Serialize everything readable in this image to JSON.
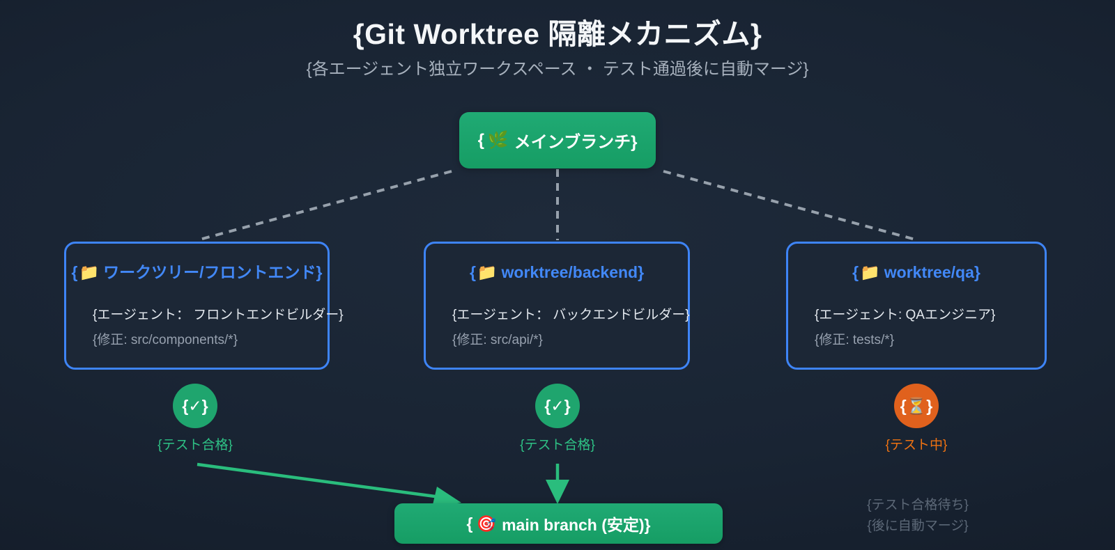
{
  "header": {
    "title": "{Git Worktree 隔離メカニズム}",
    "subtitle": "{各エージェント独立ワークスペース ・ テスト通過後に自動マージ}"
  },
  "main_branch": {
    "brace_open": "{",
    "icon": "🌿",
    "label": "メインブランチ}"
  },
  "worktrees": [
    {
      "brace_open": "{",
      "icon": "📁",
      "name": "ワークツリー/フロントエンド}",
      "agent": "{エージェント： フロントエンドビルダー}",
      "path": "{修正: src/components/*}",
      "status": {
        "badge": "{✓}",
        "label": "{テスト合格}",
        "state": "pass"
      }
    },
    {
      "brace_open": "{",
      "icon": "📁",
      "name": "worktree/backend}",
      "agent": "{エージェント： バックエンドビルダー}",
      "path": "{修正: src/api/*}",
      "status": {
        "badge": "{✓}",
        "label": "{テスト合格}",
        "state": "pass"
      }
    },
    {
      "brace_open": "{",
      "icon": "📁",
      "name": "worktree/qa}",
      "agent": "{エージェント: QAエンジニア}",
      "path": "{修正: tests/*}",
      "status": {
        "badge": "{⏳}",
        "label": "{テスト中}",
        "state": "pending"
      }
    }
  ],
  "merge_target": {
    "brace_open": "{",
    "icon": "🎯",
    "label": "main branch (安定)}"
  },
  "waiting_note": {
    "line1": "{テスト合格待ち}",
    "line2": "{後に自動マージ}"
  },
  "colors": {
    "branch_green": "#1da56e",
    "worktree_border_blue": "#3e84f6",
    "pass_green": "#2ec185",
    "pending_orange": "#e0611d",
    "arrow_green": "#2abd7d",
    "dashed_gray": "#97a1ac"
  }
}
